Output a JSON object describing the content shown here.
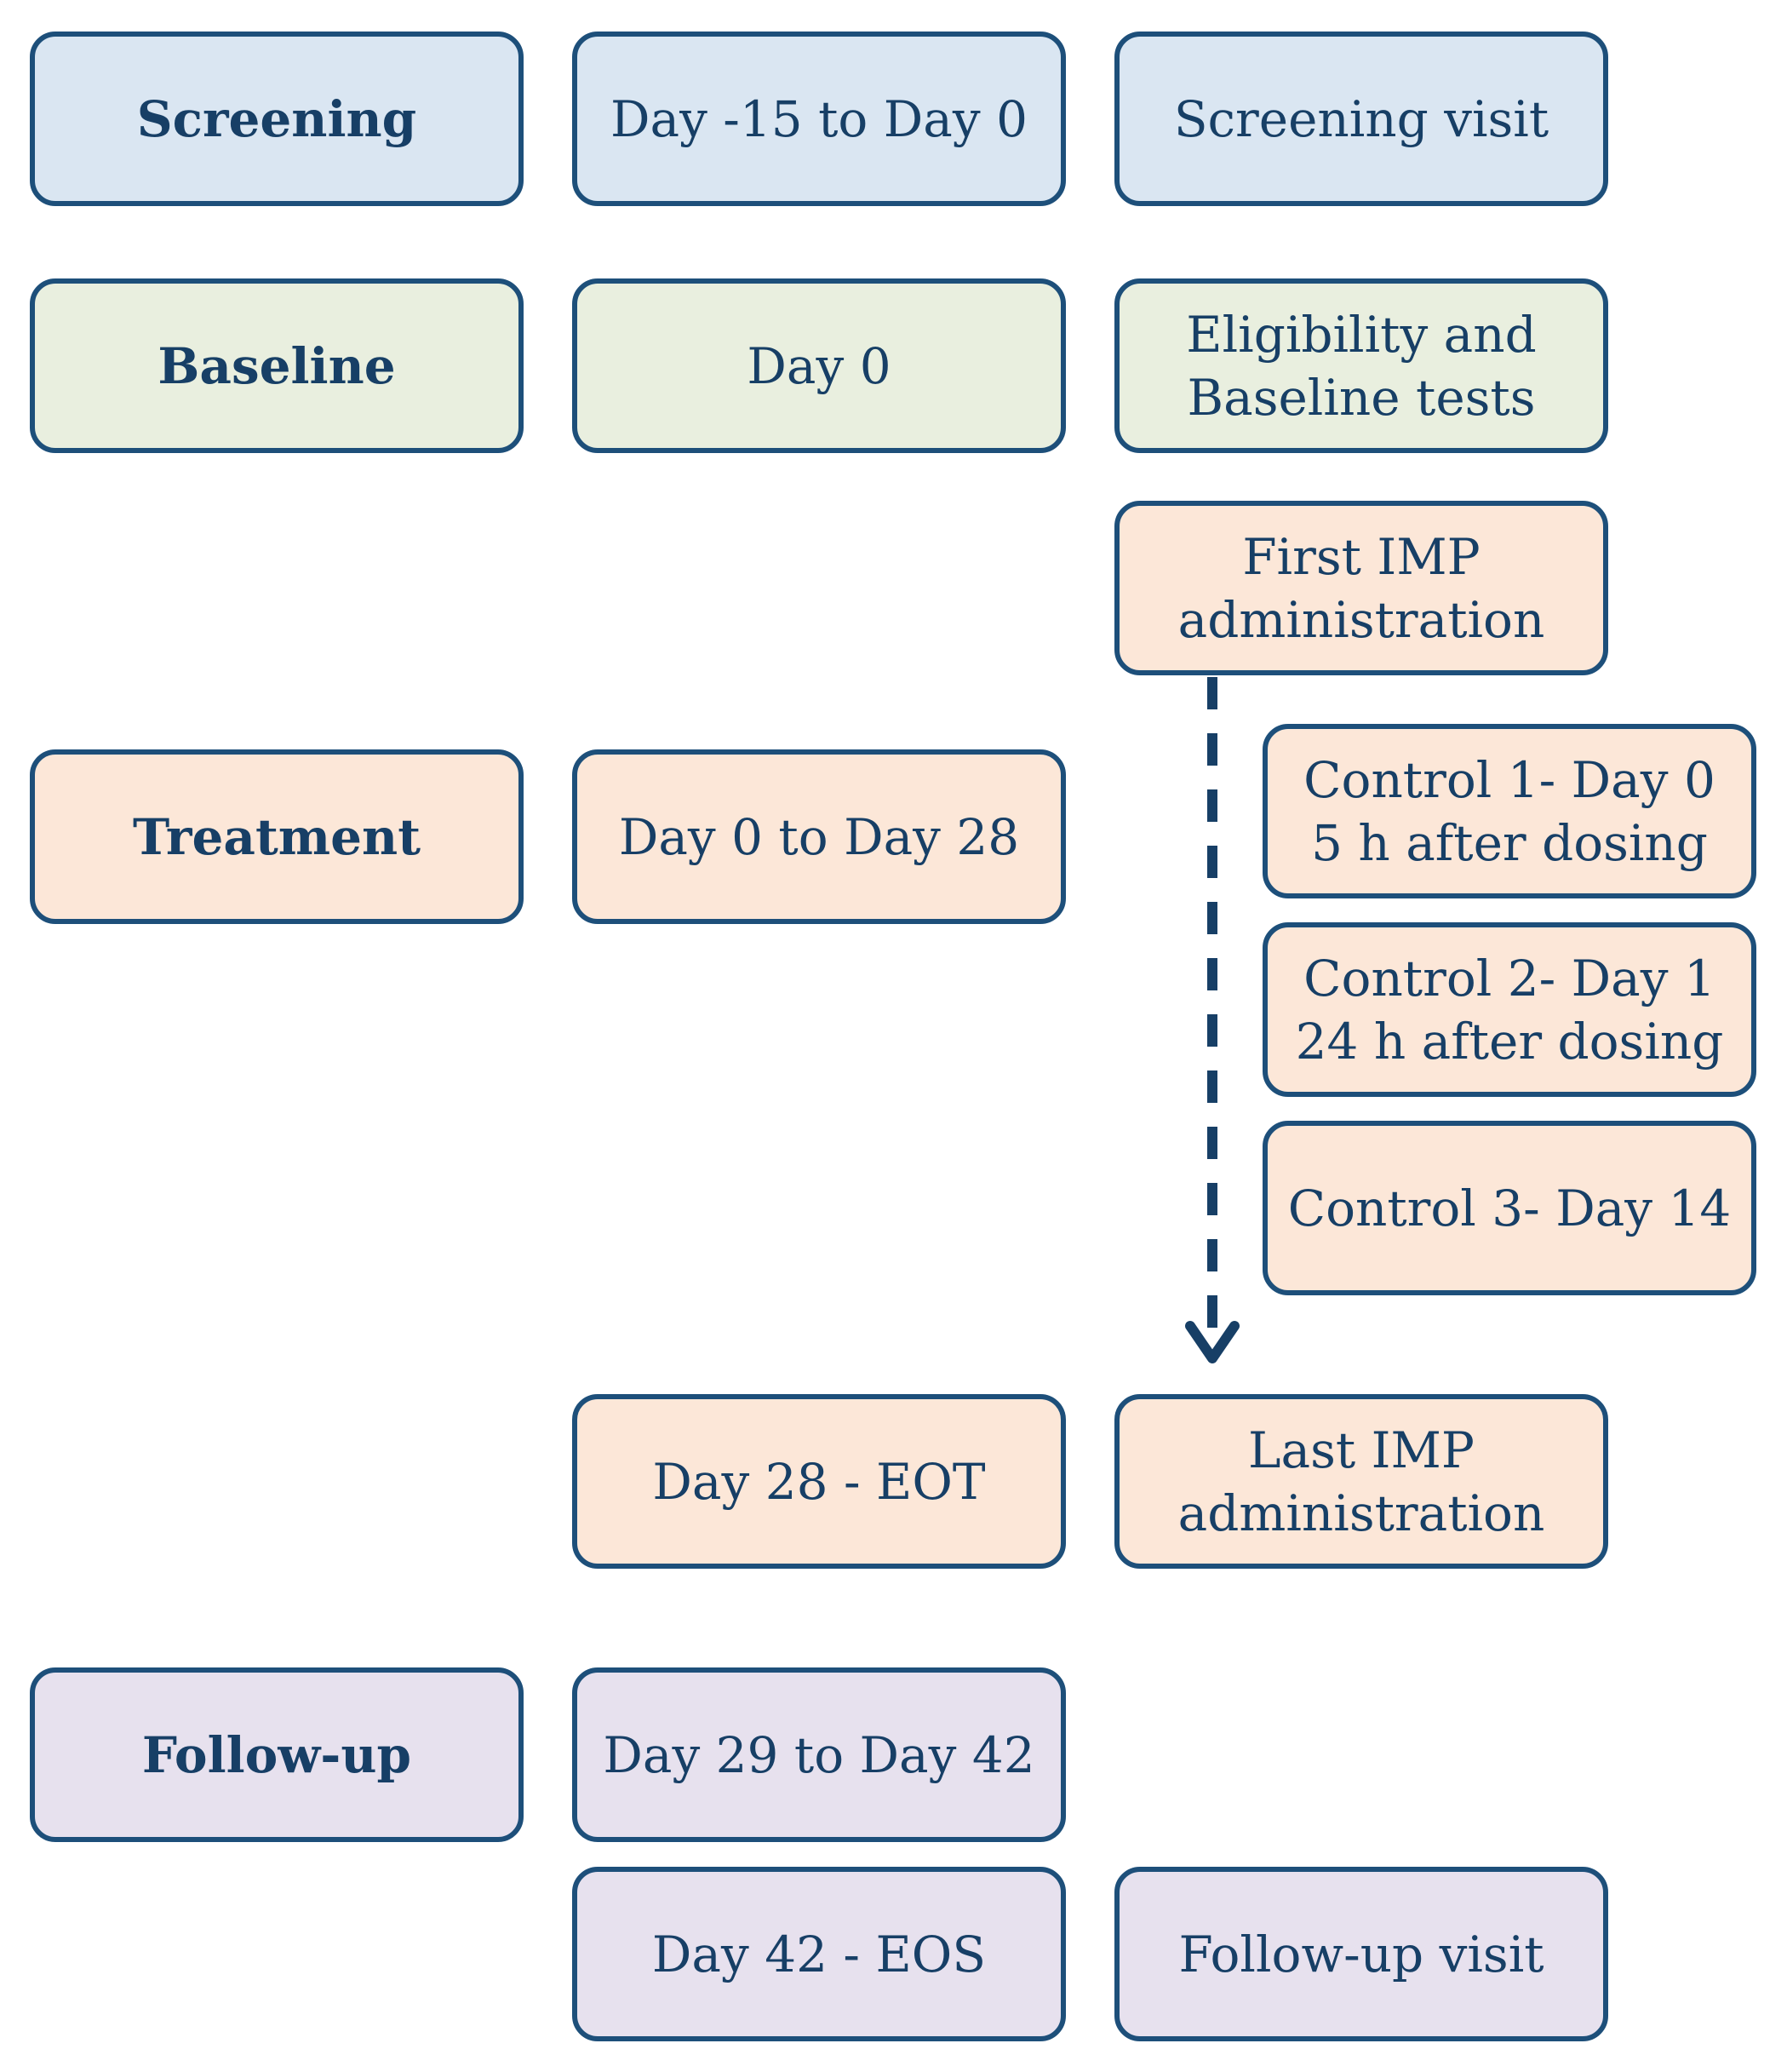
{
  "colors": {
    "border": "#1d4f7a",
    "text": "#173f66",
    "screening_fill": "#dae6f2",
    "baseline_fill": "#e9efdf",
    "treatment_fill": "#fce7d8",
    "followup_fill": "#e7e1ee"
  },
  "screening": {
    "phase": "Screening",
    "timing": "Day -15 to Day 0",
    "activity": "Screening visit"
  },
  "baseline": {
    "phase": "Baseline",
    "timing": "Day 0",
    "activity": "Eligibility and\nBaseline tests"
  },
  "treatment": {
    "phase": "Treatment",
    "timing": "Day 0 to Day 28",
    "first_dose": "First IMP\nadministration",
    "controls": [
      "Control 1- Day 0\n5 h after dosing",
      "Control 2- Day 1\n24 h after dosing",
      "Control 3- Day 14"
    ],
    "eot_timing": "Day 28 - EOT",
    "last_dose": "Last IMP\nadministration"
  },
  "followup": {
    "phase": "Follow-up",
    "timing": "Day 29 to Day 42",
    "eos_timing": "Day 42 - EOS",
    "activity": "Follow-up visit"
  }
}
